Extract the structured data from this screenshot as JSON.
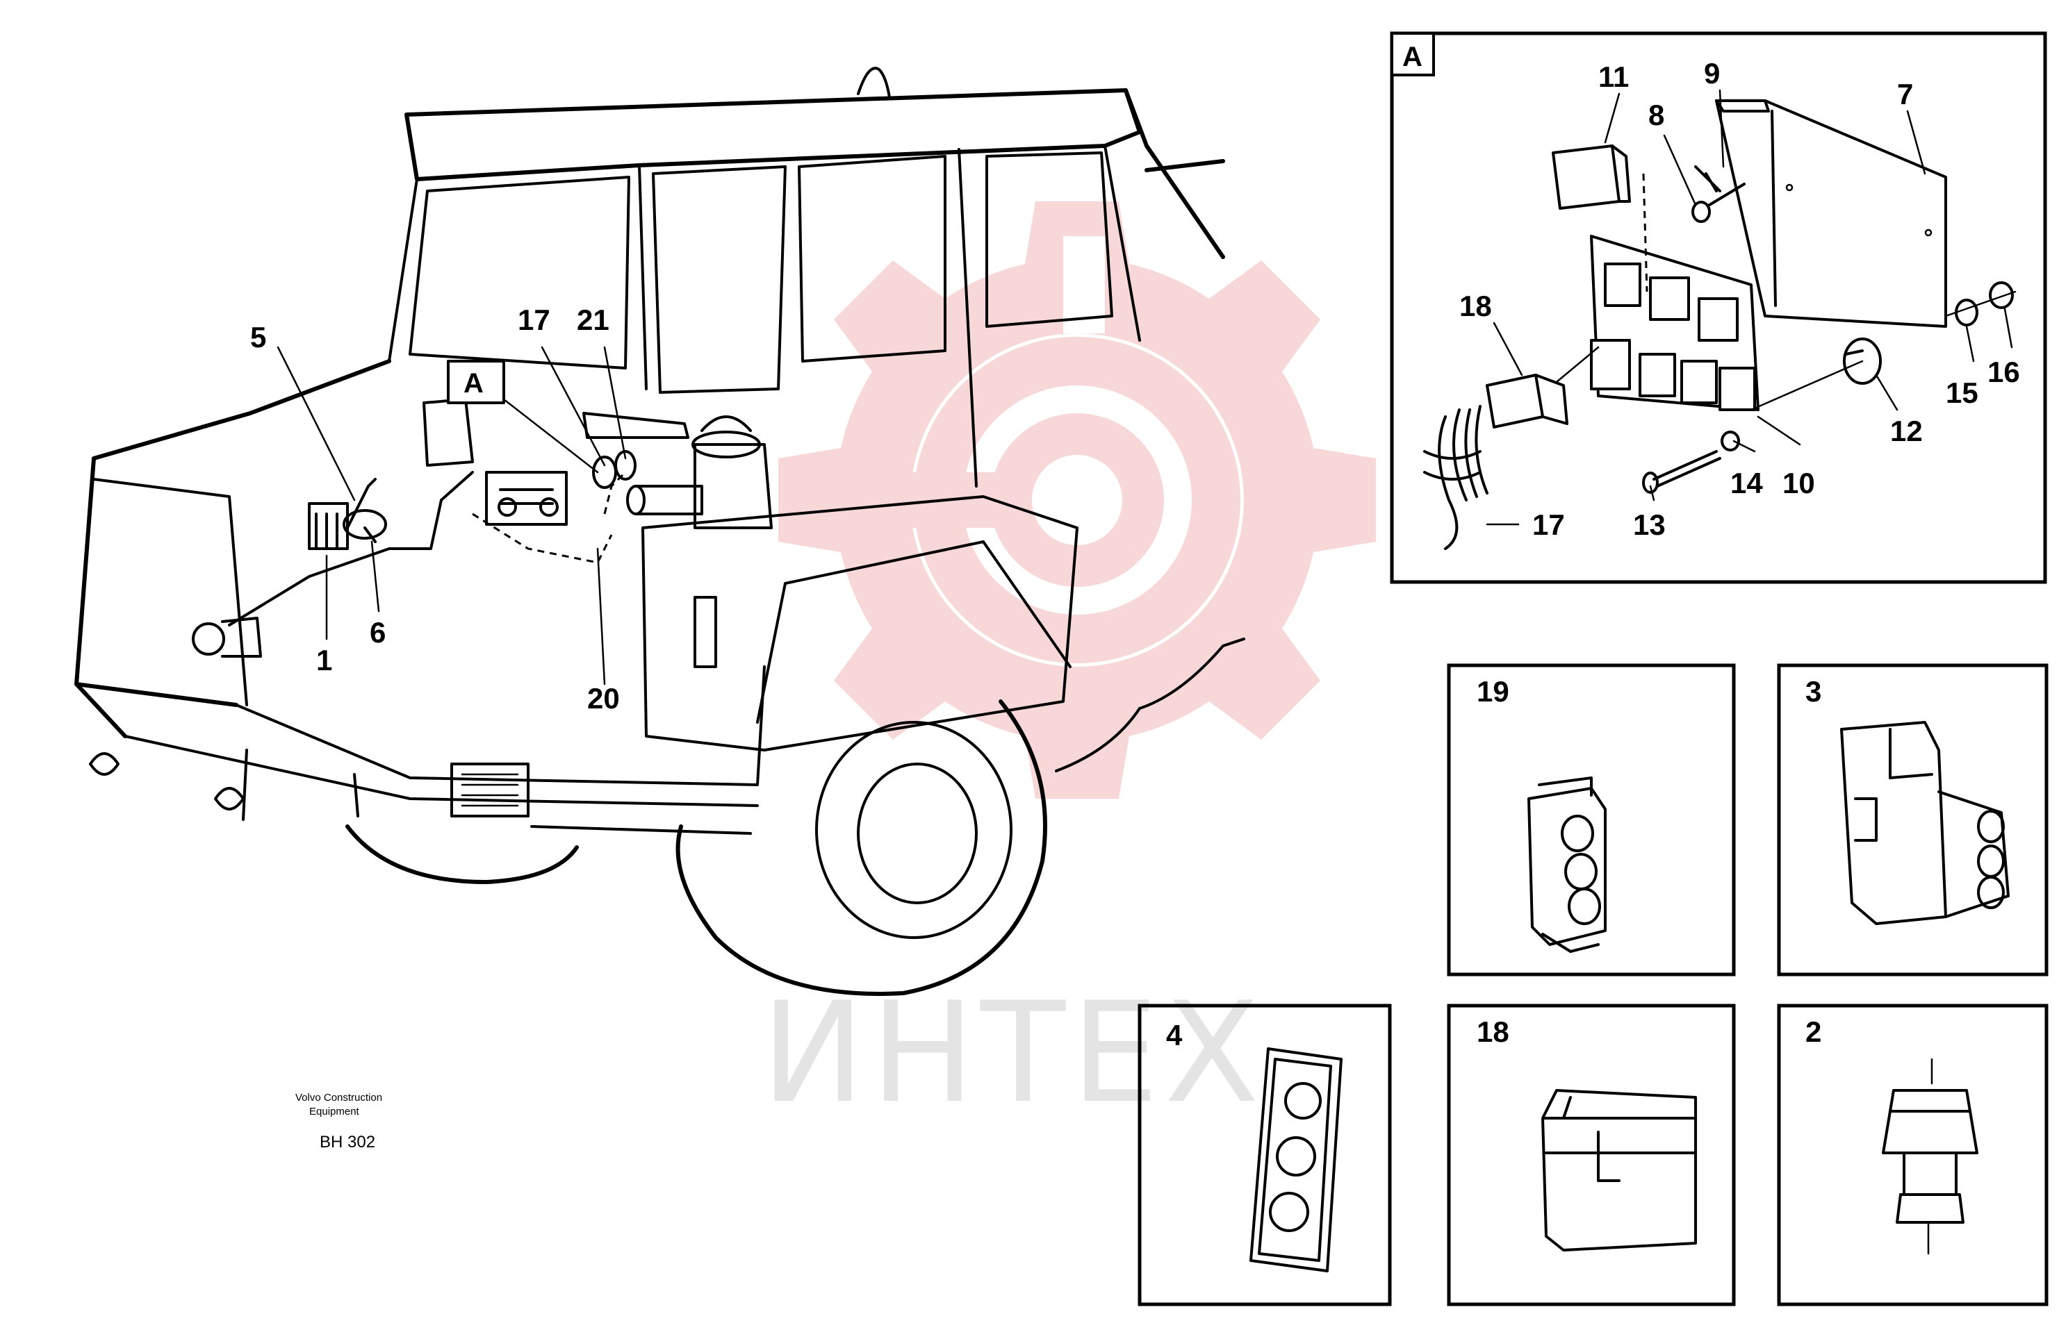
{
  "watermark": {
    "text": "ИНТЕХ",
    "gear_color": "#f2b8b8",
    "text_color": "#cfcfcf"
  },
  "credit": {
    "line1": "Volvo Construction",
    "line2": "Equipment",
    "code": "BH 302"
  },
  "main_callouts": [
    {
      "id": "c5",
      "label": "5"
    },
    {
      "id": "c1",
      "label": "1"
    },
    {
      "id": "c6",
      "label": "6"
    },
    {
      "id": "c17",
      "label": "17"
    },
    {
      "id": "c21",
      "label": "21"
    },
    {
      "id": "c20",
      "label": "20"
    },
    {
      "id": "cA",
      "label": "A"
    }
  ],
  "detail_A": {
    "tag": "A",
    "callouts": [
      "11",
      "9",
      "8",
      "7",
      "18",
      "12",
      "15",
      "16",
      "10",
      "14",
      "13",
      "17"
    ]
  },
  "detail_boxes": [
    {
      "id": "box19",
      "label": "19"
    },
    {
      "id": "box3",
      "label": "3"
    },
    {
      "id": "box4",
      "label": "4"
    },
    {
      "id": "box18",
      "label": "18"
    },
    {
      "id": "box2",
      "label": "2"
    }
  ]
}
